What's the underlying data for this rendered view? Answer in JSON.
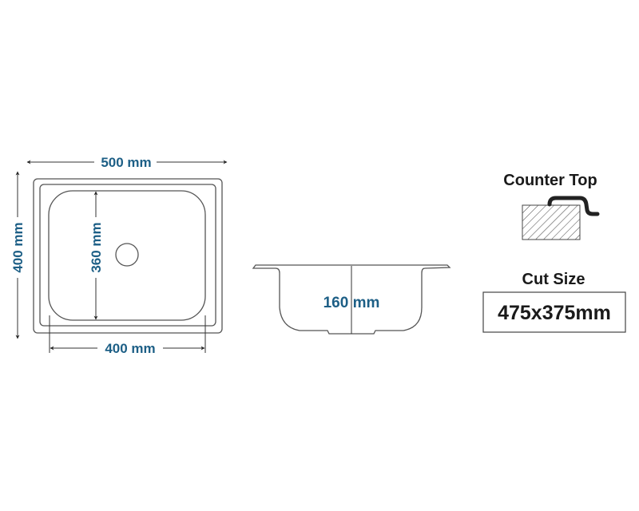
{
  "top_view": {
    "width_label": "500 mm",
    "length_label": "400 mm",
    "bowl_length_label": "360 mm",
    "bowl_width_label": "400 mm"
  },
  "side_view": {
    "depth_label": "160 mm"
  },
  "counter_top": {
    "title": "Counter Top"
  },
  "cut_size": {
    "title": "Cut Size",
    "value": "475x375mm"
  },
  "colors": {
    "dimension_text": "#1d5f86",
    "arrow": "#222222",
    "outline": "#555555"
  }
}
